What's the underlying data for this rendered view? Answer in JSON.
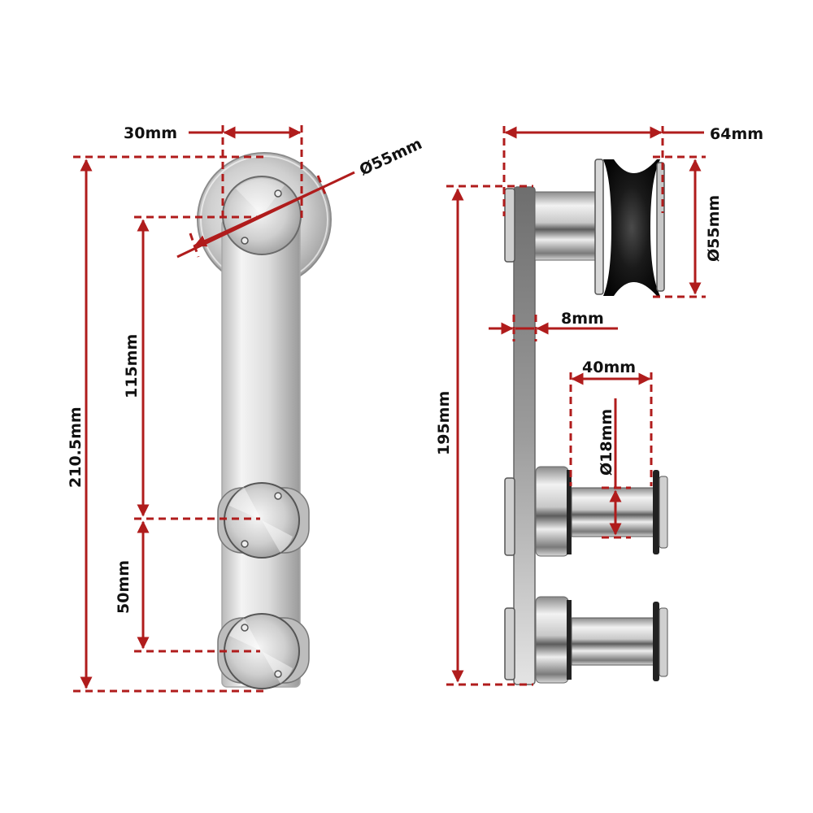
{
  "diagram": {
    "subject": "Sliding barn door roller hanger with dimensions",
    "accent_color": "#b01c1c",
    "front_view": {
      "labels": {
        "top_width": "30mm",
        "wheel_diameter": "Ø55mm",
        "total_height": "210.5mm",
        "wheel_to_upper_bolt": "115mm",
        "bolt_spacing": "50mm"
      }
    },
    "side_view": {
      "labels": {
        "total_depth": "64mm",
        "wheel_diameter": "Ø55mm",
        "strap_thickness": "8mm",
        "spacer_length": "40mm",
        "spacer_diameter": "Ø18mm",
        "total_height": "195mm"
      }
    }
  }
}
